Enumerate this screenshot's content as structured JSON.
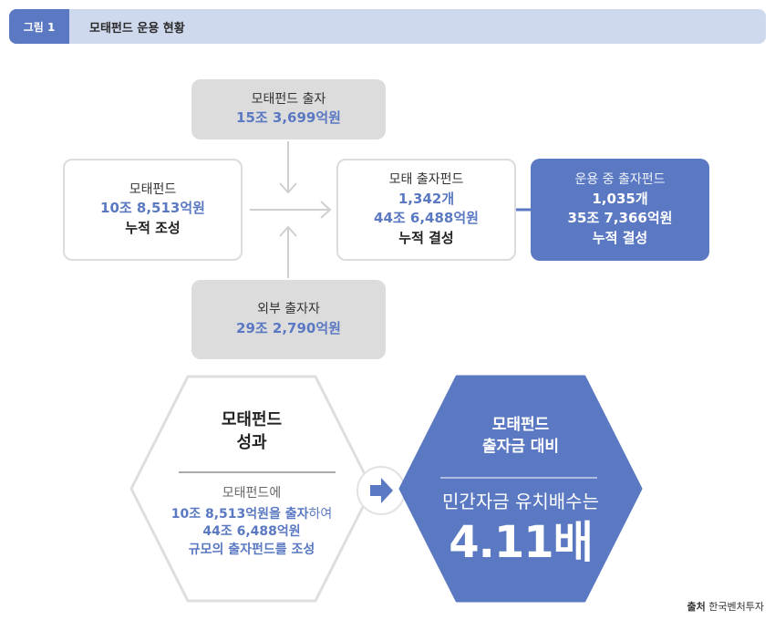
{
  "header": {
    "tag": "그림 1",
    "title": "모태펀드 운용 현황"
  },
  "nodes": {
    "top": {
      "label": "모태펀드 출자",
      "value": "15조 3,699억원"
    },
    "left": {
      "label": "모태펀드",
      "value": "10조 8,513억원",
      "note": "누적 조성"
    },
    "middle": {
      "label": "모태 출자펀드",
      "count": "1,342개",
      "value": "44조 6,488억원",
      "note": "누적 결성"
    },
    "right": {
      "label": "운용 중 출자펀드",
      "count": "1,035개",
      "value": "35조 7,366억원",
      "note": "누적 결성"
    },
    "bottom": {
      "label": "외부 출자자",
      "value": "29조 2,790억원"
    }
  },
  "performance": {
    "title_line1": "모태펀드",
    "title_line2": "성과",
    "line1": "모태펀드에",
    "line2_bold": "10조 8,513억원을 출자",
    "line2_tail": "하여",
    "line3": "44조 6,488억원",
    "line4": "규모의 출자펀드를 조성"
  },
  "ratio": {
    "title_line1": "모태펀드",
    "title_line2": "출자금 대비",
    "subtitle": "민간자금 유치배수는",
    "value": "4.11배"
  },
  "source": {
    "label": "출처",
    "text": "한국벤처투자"
  },
  "colors": {
    "accent": "#5b79c2",
    "gray": "#dcdcdc",
    "header_bg": "#cfd9ee"
  }
}
